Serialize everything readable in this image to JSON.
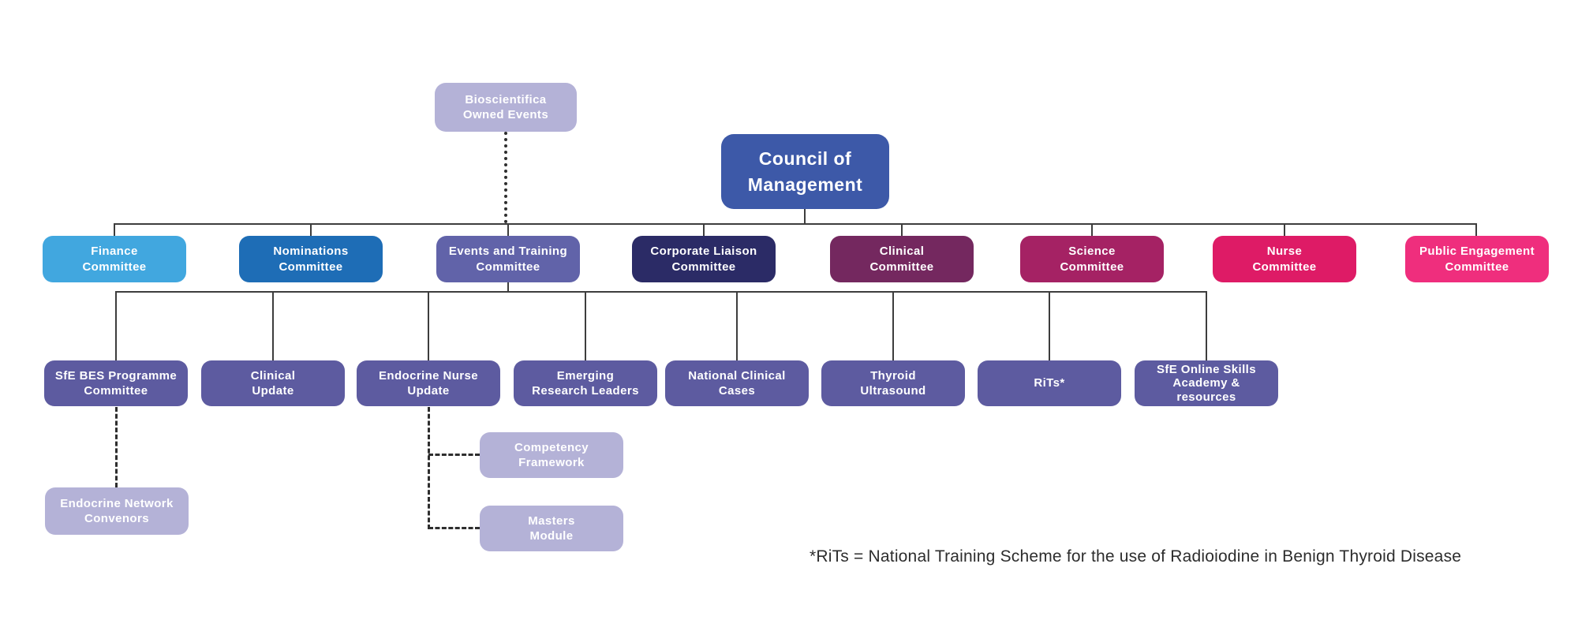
{
  "org": {
    "external": {
      "label": "Bioscientifica\nOwned Events",
      "color": "#b4b2d7",
      "connects_to": "Events and Training Committee",
      "line_style": "dotted"
    },
    "root": {
      "label": "Council of\nManagement",
      "color": "#3d59a8"
    },
    "committees": [
      {
        "label": "Finance\nCommittee",
        "color": "#41a7df"
      },
      {
        "label": "Nominations\nCommittee",
        "color": "#1e6db6"
      },
      {
        "label": "Events and Training\nCommittee",
        "color": "#6163a9"
      },
      {
        "label": "Corporate Liaison\nCommittee",
        "color": "#2b2b66"
      },
      {
        "label": "Clinical\nCommittee",
        "color": "#74285f"
      },
      {
        "label": "Science\nCommittee",
        "color": "#a52264"
      },
      {
        "label": "Nurse\nCommittee",
        "color": "#de1b66"
      },
      {
        "label": "Public Engagement\nCommittee",
        "color": "#ef2e7d"
      }
    ],
    "events_training_children": [
      {
        "label": "SfE BES Programme\nCommittee",
        "color": "#5d5ba0"
      },
      {
        "label": "Clinical\nUpdate",
        "color": "#5d5ba0"
      },
      {
        "label": "Endocrine Nurse\nUpdate",
        "color": "#5d5ba0"
      },
      {
        "label": "Emerging\nResearch Leaders",
        "color": "#5d5ba0"
      },
      {
        "label": "National Clinical\nCases",
        "color": "#5d5ba0"
      },
      {
        "label": "Thyroid\nUltrasound",
        "color": "#5d5ba0"
      },
      {
        "label": "RiTs*",
        "color": "#5d5ba0"
      },
      {
        "label": "SfE Online Skills\nAcademy &\nresources",
        "color": "#5d5ba0"
      }
    ],
    "dashed_children": [
      {
        "label": "Endocrine Network\nConvenors",
        "parent": "SfE BES Programme Committee",
        "color": "#b4b2d7"
      },
      {
        "label": "Competency\nFramework",
        "parent": "Endocrine Nurse Update",
        "color": "#b4b2d7"
      },
      {
        "label": "Masters\nModule",
        "parent": "Endocrine Nurse Update",
        "color": "#b4b2d7"
      }
    ],
    "footnote": "*RiTs = National Training Scheme for the use of Radioiodine in Benign Thyroid Disease",
    "palette": {
      "connector_line": "#3d3d3d",
      "dashed_dotted_line": "#2e2e2e",
      "background": "#ffffff",
      "node_text": "#ffffff"
    }
  }
}
